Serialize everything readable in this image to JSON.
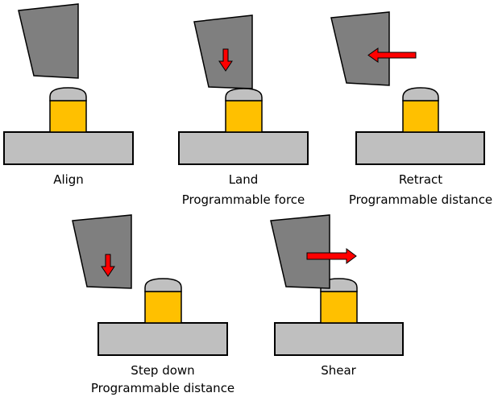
{
  "title": "Bond shear test sequence",
  "colors": {
    "tool": "#7f7f7f",
    "base": "#bfbfbf",
    "bump_cap": "#c0c0c0",
    "bump_body": "#ffc000",
    "arrow": "#ff0000",
    "outline": "#000000"
  },
  "steps": [
    {
      "id": "align",
      "label": "Align",
      "sublabel": "",
      "arrow": "none"
    },
    {
      "id": "land",
      "label": "Land",
      "sublabel": "Programmable force",
      "arrow": "down"
    },
    {
      "id": "retract",
      "label": "Retract",
      "sublabel": "Programmable distance",
      "arrow": "left"
    },
    {
      "id": "step-down",
      "label": "Step down",
      "sublabel": "Programmable distance",
      "arrow": "down"
    },
    {
      "id": "shear",
      "label": "Shear",
      "sublabel": "",
      "arrow": "right"
    }
  ]
}
